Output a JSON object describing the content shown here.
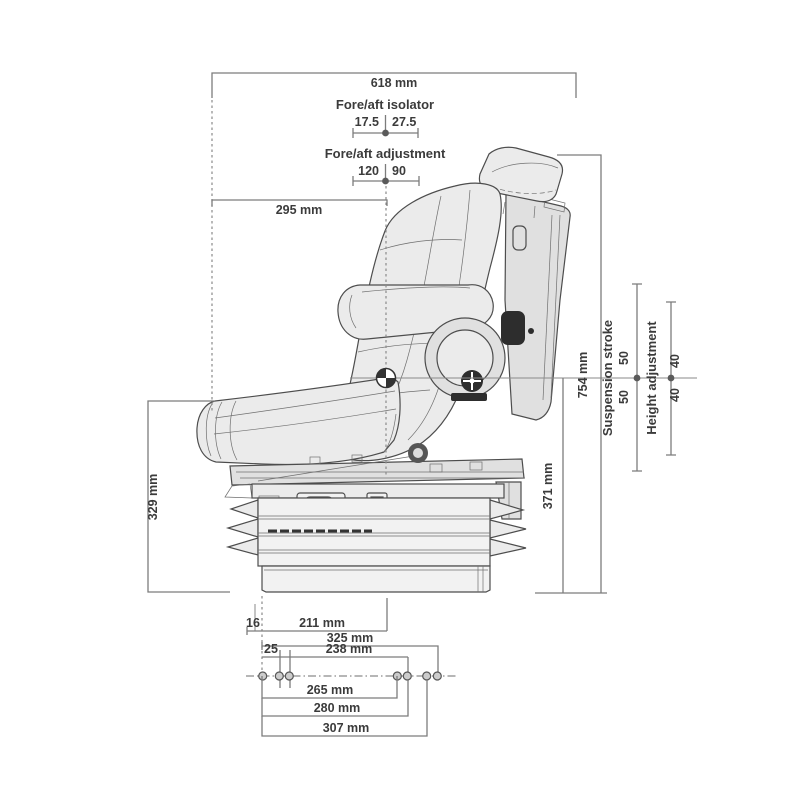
{
  "diagram": {
    "type": "technical-drawing",
    "subject": "suspension seat side view with dimensions",
    "units": "mm",
    "colors": {
      "background": "#ffffff",
      "text": "#3b3b3b",
      "dimension_line": "#7c7c7c",
      "drawing_stroke": "#4d4d4d",
      "fill_light": "#ebebeb",
      "fill_dark": "#2d2d2d"
    },
    "dimensions": {
      "overall_width": "618 mm",
      "fore_aft_isolator": {
        "title": "Fore/aft isolator",
        "rear": "17.5",
        "front": "27.5"
      },
      "fore_aft_adjustment": {
        "title": "Fore/aft adjustment",
        "rear": "120",
        "front": "90"
      },
      "backrest_to_sip": "295 mm",
      "front_height": "329 mm",
      "sip_height": "371 mm",
      "overall_height": "754 mm",
      "suspension_stroke": {
        "title": "Suspension stroke",
        "up": "50",
        "down": "50"
      },
      "height_adjustment": {
        "title": "Height adjustment",
        "up": "40",
        "down": "40"
      },
      "mount_offset": "16",
      "mount_depth": "211 mm",
      "mount_width": "325 mm",
      "hole_offset": "25",
      "hole_span_238": "238 mm",
      "hole_span_265": "265 mm",
      "hole_span_280": "280 mm",
      "hole_span_307": "307 mm"
    }
  }
}
